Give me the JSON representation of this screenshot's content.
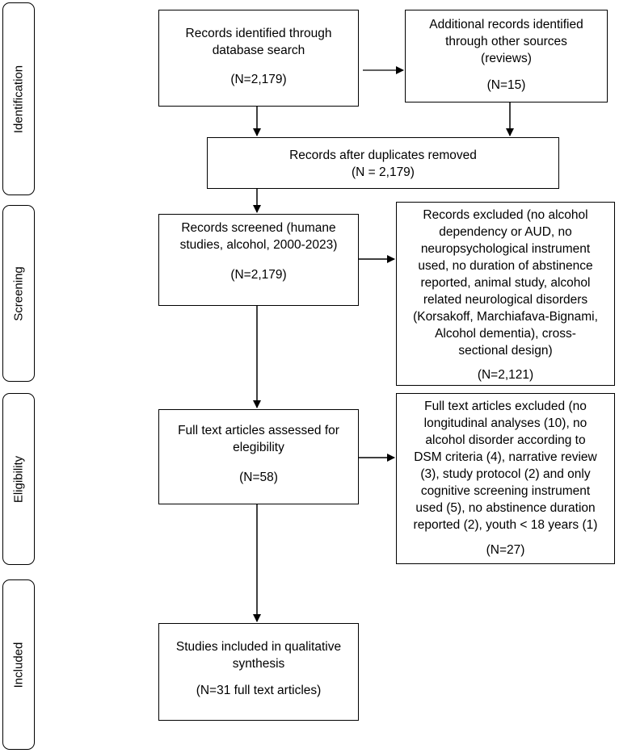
{
  "phases": {
    "identification": "Identification",
    "screening": "Screening",
    "eligibility": "Eligibility",
    "included": "Included"
  },
  "boxes": {
    "db_search": {
      "text": "Records identified through\ndatabase search",
      "count": "(N=2,179)"
    },
    "other_sources": {
      "text": "Additional records identified\nthrough other sources\n(reviews)",
      "count": "(N=15)"
    },
    "duplicates_removed": {
      "text": "Records after duplicates removed\n(N = 2,179)"
    },
    "screened": {
      "text": "Records screened (humane\nstudies, alcohol, 2000-2023)",
      "count": "(N=2,179)"
    },
    "excluded_records": {
      "text": "Records excluded (no alcohol\ndependency or AUD, no\nneuropsychological instrument\nused, no duration of abstinence\nreported, animal study, alcohol\nrelated neurological disorders\n(Korsakoff, Marchiafava-Bignami,\nAlcohol dementia), cross-\nsectional design)",
      "count": "(N=2,121)"
    },
    "full_text": {
      "text": "Full text articles assessed for\nelegibility",
      "count": "(N=58)"
    },
    "full_text_excluded": {
      "text": "Full text articles excluded (no\nlongitudinal analyses (10), no\nalcohol disorder according to\nDSM criteria (4), narrative review\n(3), study protocol (2) and only\ncognitive screening instrument\nused (5), no abstinence duration\nreported (2), youth < 18 years (1)",
      "count": "(N=27)"
    },
    "included": {
      "text": "Studies included in qualitative\nsynthesis",
      "count": "(N=31 full text articles)"
    }
  }
}
